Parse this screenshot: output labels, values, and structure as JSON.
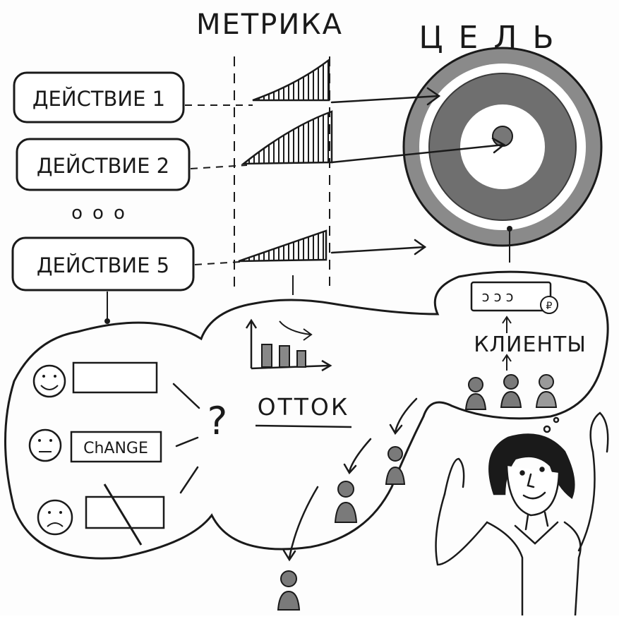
{
  "headers": {
    "metric": "МЕТРИКА",
    "goal": "ЦЕЛЬ"
  },
  "actions": [
    {
      "label": "ДЕЙСТВИЕ 1"
    },
    {
      "label": "ДЕЙСТВИЕ 2"
    },
    {
      "label": "ДЕЙСТВИЕ 5"
    }
  ],
  "ellipsis": "ооо",
  "churn": {
    "label": "ОТТОК"
  },
  "clients": {
    "label": "КЛИЕНТЫ",
    "currency": "₽"
  },
  "feedback": {
    "question": "?",
    "change_label": "ChANGE"
  },
  "colors": {
    "ink": "#1a1a1a",
    "target_dark": "#6f6f6f",
    "target_light": "#8a8a8a",
    "person_fill": "#7a7a7a"
  }
}
